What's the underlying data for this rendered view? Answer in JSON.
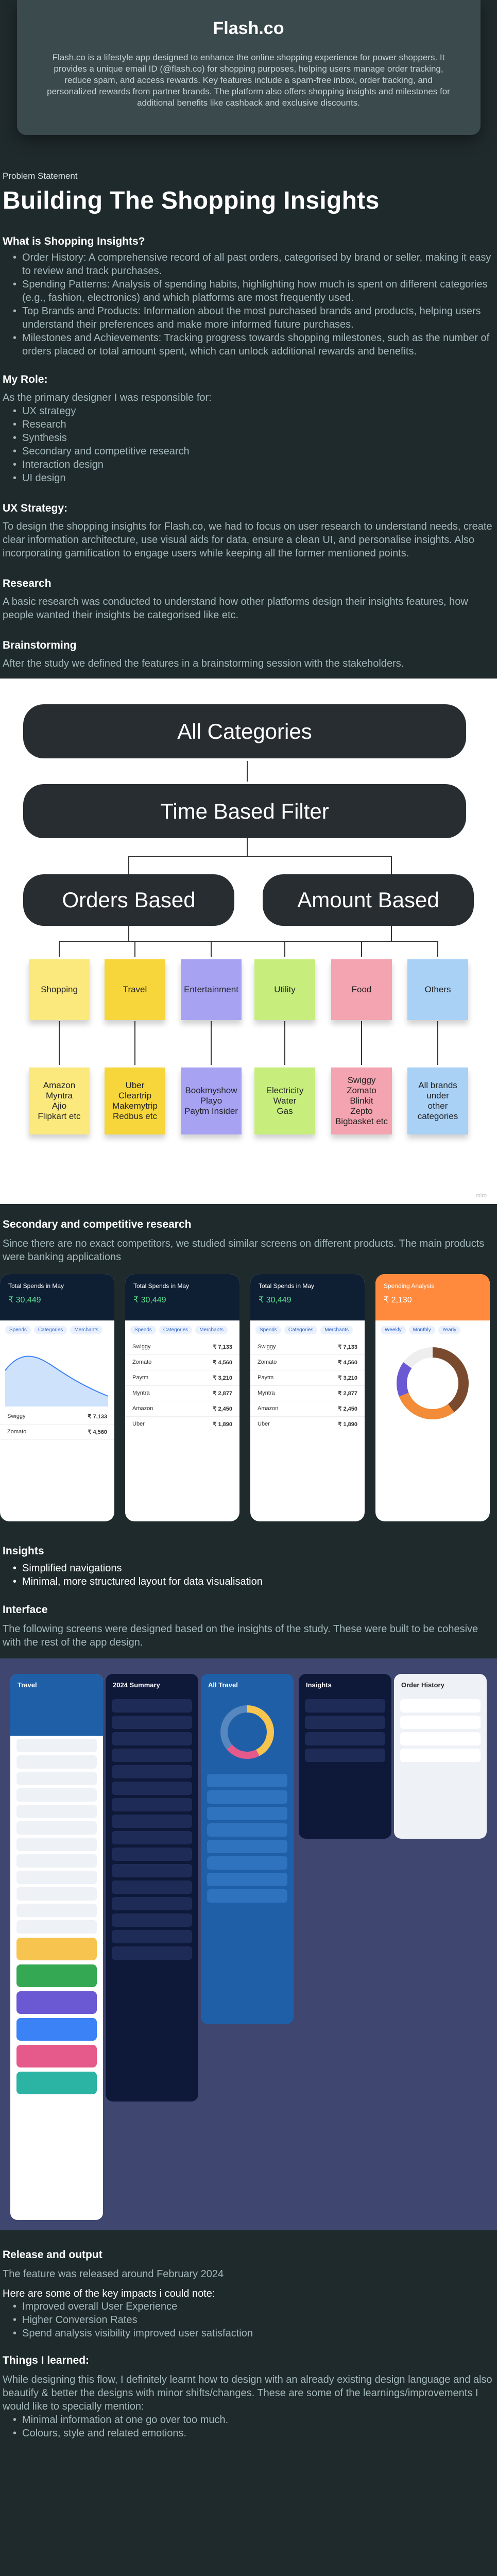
{
  "hero": {
    "title": "Flash.co",
    "description": "Flash.co is a lifestyle app designed to enhance the online shopping experience for power shoppers. It provides a unique email ID (@flash.co) for shopping purposes, helping users manage order tracking, reduce spam, and access rewards. Key features include a spam-free inbox, order tracking, and personalized rewards from partner brands. The platform also offers shopping insights and milestones for additional benefits like cashback and exclusive discounts."
  },
  "problem": {
    "eyebrow": "Problem Statement",
    "title": "Building The Shopping Insights"
  },
  "what": {
    "heading": "What is Shopping Insights?",
    "items": [
      "Order History: A comprehensive record of all past orders, categorised by brand or seller, making it easy to review and track purchases.",
      "Spending Patterns: Analysis of spending habits, highlighting how much is spent on different categories (e.g., fashion, electronics) and which platforms are most frequently used.",
      "Top Brands and Products: Information about the most purchased brands and products, helping users understand their preferences and make more informed future purchases.",
      "Milestones and Achievements: Tracking progress towards shopping milestones, such as the number of orders placed or total amount spent, which can unlock additional rewards and benefits."
    ]
  },
  "role": {
    "heading": "My Role:",
    "intro": "As the primary designer I was responsible for:",
    "items": [
      "UX strategy",
      "Research",
      "Synthesis",
      "Secondary and competitive research",
      "Interaction design",
      "UI design"
    ]
  },
  "strategy": {
    "heading": "UX Strategy:",
    "text": "To design the shopping insights for Flash.co, we had to focus on user research to understand needs, create clear information architecture, use visual aids for data, ensure a clean UI, and personalise insights. Also incorporating gamification to engage users while keeping all the former mentioned points."
  },
  "research": {
    "heading": "Research",
    "text": "A basic research was conducted to understand how other platforms design their insights features, how people wanted their insights be categorised like etc."
  },
  "brainstorm": {
    "heading": "Brainstorming",
    "text": "After the study we defined the features in a brainstorming session with the stakeholders.",
    "all_categories": "All Categories",
    "time_filter": "Time Based Filter",
    "orders_based": "Orders Based",
    "amount_based": "Amount Based",
    "categories": [
      {
        "name": "Shopping",
        "color": "#fbe97d",
        "items": "Amazon\nMyntra\nAjio\nFlipkart etc"
      },
      {
        "name": "Travel",
        "color": "#f6d63a",
        "items": "Uber\nCleartrip\nMakemytrip\nRedbus etc"
      },
      {
        "name": "Entertainment",
        "color": "#a7a2f2",
        "items": "Bookmyshow\nPlayo\nPaytm Insider"
      },
      {
        "name": "Utility",
        "color": "#c7ee7d",
        "items": "Electricity\nWater\nGas"
      },
      {
        "name": "Food",
        "color": "#f4a3b0",
        "items": "Swiggy\nZomato\nBlinkit\nZepto\nBigbasket etc"
      },
      {
        "name": "Others",
        "color": "#a9d0f5",
        "items": "All brands\nunder\nother\ncategories"
      }
    ],
    "watermark": "miro"
  },
  "secondary": {
    "heading": "Secondary and competitive research",
    "text": "Since there are no exact competitors, we studied similar screens on different products. The main products were banking applications",
    "phones": [
      {
        "title": "Total Spends in May",
        "amount": "₹ 30,449",
        "tabs": [
          "Spends",
          "Categories",
          "Merchants"
        ]
      },
      {
        "title": "Total Spends in May",
        "amount": "₹ 30,449",
        "tabs": [
          "Spends",
          "Categories",
          "Merchants"
        ]
      },
      {
        "title": "Total Spends in May",
        "amount": "₹ 30,449",
        "tabs": [
          "Spends",
          "Categories",
          "Merchants"
        ]
      },
      {
        "title": "Spending Analysis",
        "amount": "₹ 2,130",
        "tabs": [
          "Weekly",
          "Monthly",
          "Yearly"
        ]
      }
    ],
    "merchant_rows": [
      {
        "name": "Swiggy",
        "value": "₹ 7,133"
      },
      {
        "name": "Zomato",
        "value": "₹ 4,560"
      },
      {
        "name": "Paytm",
        "value": "₹ 3,210"
      },
      {
        "name": "Myntra",
        "value": "₹ 2,877"
      },
      {
        "name": "Amazon",
        "value": "₹ 2,450"
      },
      {
        "name": "Uber",
        "value": "₹ 1,890"
      }
    ]
  },
  "insights": {
    "heading": "Insights",
    "items": [
      "Simplified navigations",
      "Minimal, more structured layout for data visualisation"
    ]
  },
  "interface": {
    "heading": "Interface",
    "text": "The following screens were designed based on the insights of the study. These were built to be cohesive with the rest of the app design.",
    "screens": [
      "Travel",
      "2024 Summary",
      "All Travel",
      "Insights",
      "Order History"
    ]
  },
  "release": {
    "heading": "Release and output",
    "text": "The feature was released around February 2024",
    "impacts_heading": "Here are some of the key impacts i could note:",
    "impacts": [
      "Improved overall User Experience",
      "Higher Conversion Rates",
      "Spend analysis visibility improved user satisfaction"
    ]
  },
  "learned": {
    "heading": "Things I learned:",
    "text": "While designing this flow, I definitely learnt how to design with an already existing design language and also beautify & better the designs with minor shifts/changes. These are some of the learnings/improvements I would like to specially mention:",
    "items": [
      "Minimal information at one go over too much.",
      "Colours, style and related emotions."
    ]
  }
}
